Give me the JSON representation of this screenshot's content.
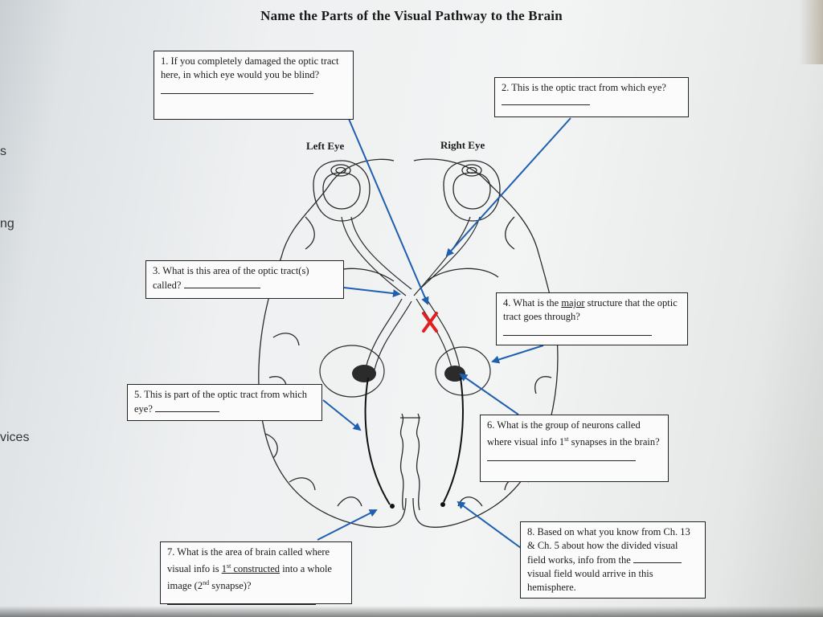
{
  "side_fragments": [
    "s",
    "ng",
    "vices"
  ],
  "title": "Name the Parts of the Visual Pathway to the Brain",
  "labels": {
    "left_eye": "Left Eye",
    "right_eye": "Right Eye"
  },
  "questions": {
    "q1": "1. If you completely damaged the optic tract here, in which eye would you be blind?",
    "q2": "2. This is the optic tract from which eye?",
    "q3": "3. What is this area of the optic tract(s) called?",
    "q4_a": "4. What is the ",
    "q4_u": "major",
    "q4_b": " structure that the optic tract goes through?",
    "q5": "5. This is part of the optic tract from which eye?",
    "q6_a": "6. What is the group of neurons called where visual info 1",
    "q6_sup": "st",
    "q6_b": " synapses in the brain?",
    "q7_a": "7. What is the area of brain called where visual info is ",
    "q7_u": "1",
    "q7_sup1": "st",
    "q7_u2": " constructed",
    "q7_b": " into a whole image (2",
    "q7_sup2": "nd",
    "q7_c": " synapse)?",
    "q8_a": "8. Based on what you know from Ch. 13 & Ch. 5 about how the divided visual field works, info from the ",
    "q8_b": " visual field would arrive in this hemisphere."
  },
  "colors": {
    "arrow": "#1f5fb0",
    "damage_mark": "#e02020",
    "line": "#222222"
  }
}
